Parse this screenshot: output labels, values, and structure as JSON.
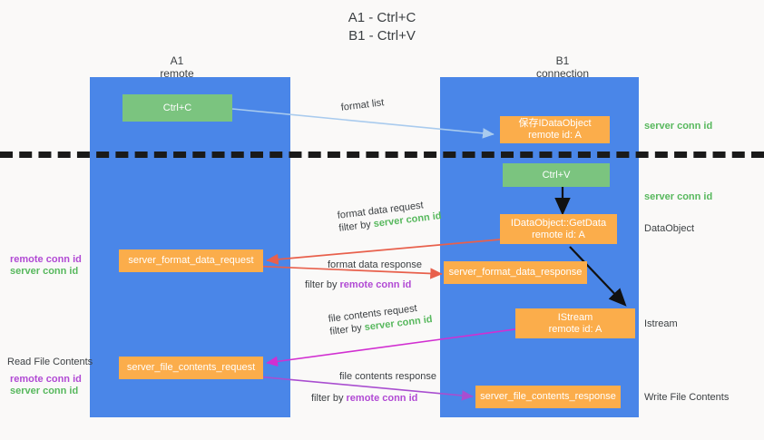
{
  "title": {
    "line1": "A1 - Ctrl+C",
    "line2": "B1 - Ctrl+V"
  },
  "columns": [
    {
      "name": "A1",
      "sub": "remote"
    },
    {
      "name": "B1",
      "sub": "connection"
    }
  ],
  "nodes": {
    "ctrl_c": {
      "label": "Ctrl+C"
    },
    "save_idataobject": {
      "line1": "保存IDataObject",
      "line2": "remote id: A"
    },
    "ctrl_v": {
      "label": "Ctrl+V"
    },
    "getdata": {
      "line1": "IDataObject::GetData",
      "line2": "remote id: A"
    },
    "istream": {
      "line1": "IStream",
      "line2": "remote id: A"
    },
    "server_format_data_request": {
      "label": "server_format_data_request"
    },
    "server_format_data_response": {
      "label": "server_format_data_response"
    },
    "server_file_contents_request": {
      "label": "server_file_contents_request"
    },
    "server_file_contents_response": {
      "label": "server_file_contents_response"
    }
  },
  "edges": {
    "format_list": {
      "label": "format list"
    },
    "format_data_request": {
      "label": "format data request",
      "filter_prefix": "filter by ",
      "filter_key": "server conn id"
    },
    "format_data_response": {
      "label": "format data response",
      "filter_prefix": "filter by ",
      "filter_key": "remote conn id"
    },
    "file_contents_request": {
      "label": "file contents request",
      "filter_prefix": "filter by ",
      "filter_key": "server conn id"
    },
    "file_contents_response": {
      "label": "file contents response",
      "filter_prefix": "filter by ",
      "filter_key": "remote conn id"
    }
  },
  "right_labels": {
    "server_conn_id_top": "server conn id",
    "server_conn_id_mid": "server conn id",
    "dataobject": "DataObject",
    "istream": "Istream",
    "write_file_contents": "Write File Contents"
  },
  "left_labels": {
    "remote_conn_id_1": "remote conn id",
    "server_conn_id_1": "server conn id",
    "read_file_contents": "Read File Contents",
    "remote_conn_id_2": "remote conn id",
    "server_conn_id_2": "server conn id"
  },
  "colors": {
    "lane": "#4a86e8",
    "green_node": "#7bc47f",
    "orange_node": "#fbad4b",
    "server_conn_id": "#57b85d",
    "remote_conn_id": "#b14ad4",
    "arrow_light_blue": "#a9cbee",
    "arrow_red": "#e8604c",
    "arrow_magenta": "#d12fd1",
    "arrow_purple": "#a94ed0",
    "arrow_black": "#111111",
    "background": "#faf9f8"
  }
}
